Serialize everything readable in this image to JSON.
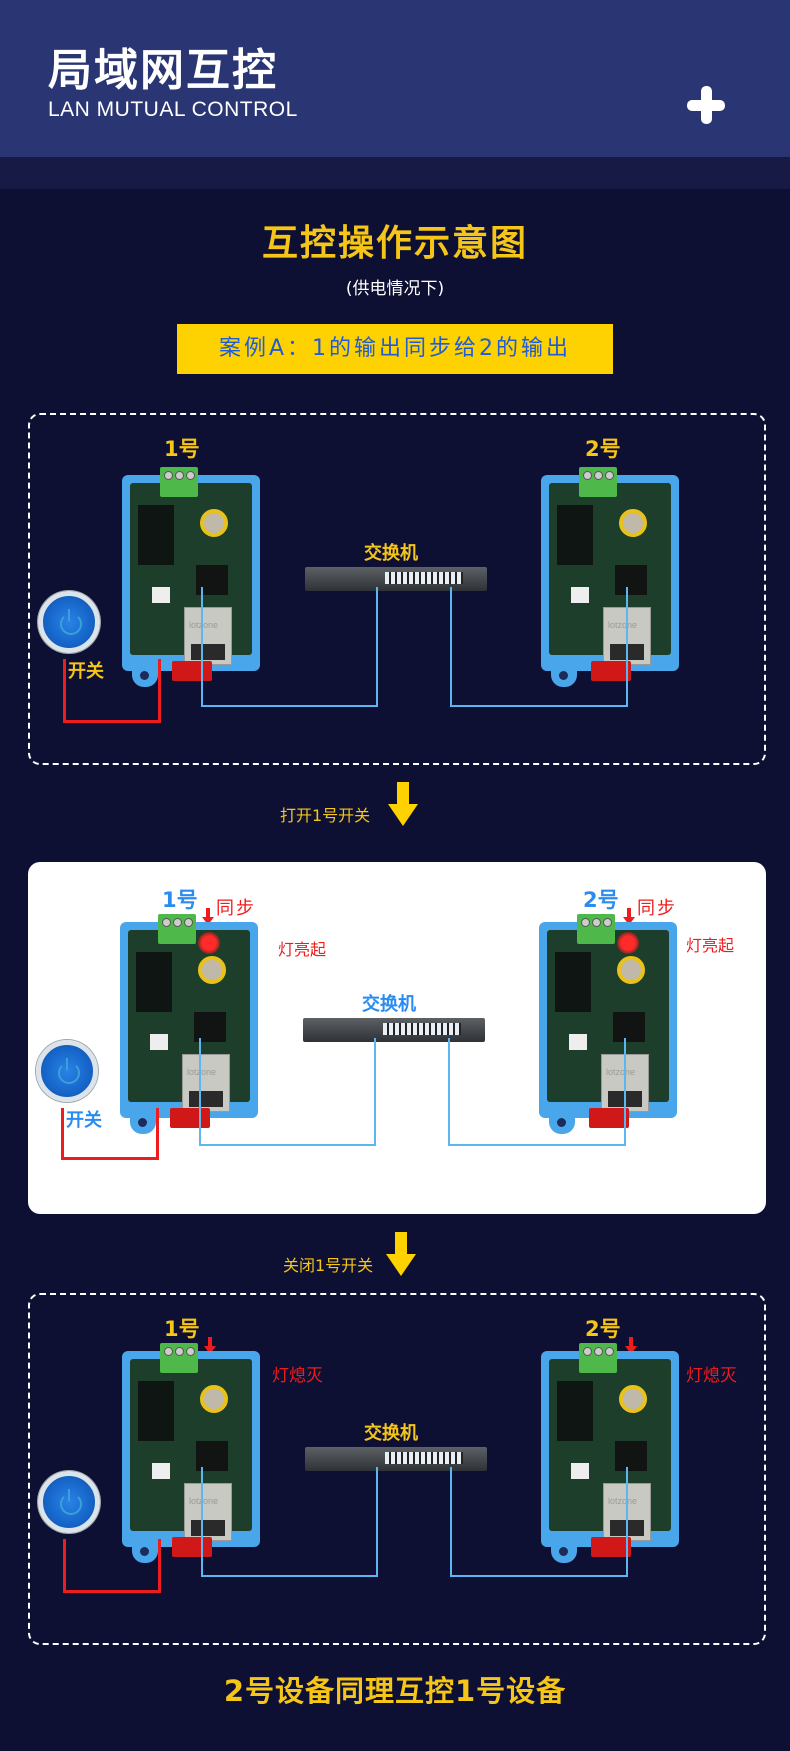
{
  "header": {
    "title": "局域网互控",
    "subtitle": "LAN MUTUAL CONTROL",
    "icon": "plus-icon"
  },
  "intro": {
    "title": "互控操作示意图",
    "subtitle": "(供电情况下)",
    "case_banner": "案例A：1的输出同步给2的输出"
  },
  "colors": {
    "header_bg": "#2a3574",
    "page_bg": "#0e1033",
    "accent_yellow": "#f5c518",
    "banner_yellow": "#fdd200",
    "banner_text_blue": "#1f5cd6",
    "highlight_blue": "#2a8cf0",
    "alert_red": "#ee1c1c",
    "ethernet_blue": "#5bb6f2"
  },
  "panels": [
    {
      "device1_label": "1号",
      "device2_label": "2号",
      "switch_label": "交换机",
      "button_label": "开关",
      "rj45_brand": "lotzone"
    },
    {
      "device1_label": "1号",
      "device2_label": "2号",
      "switch_label": "交换机",
      "button_label": "开关",
      "sync1": "同步",
      "sync2": "同步",
      "note1": "灯亮起",
      "note2": "灯亮起",
      "rj45_brand": "lotzone"
    },
    {
      "device1_label": "1号",
      "device2_label": "2号",
      "switch_label": "交换机",
      "note1": "灯熄灭",
      "note2": "灯熄灭",
      "rj45_brand": "lotzone"
    }
  ],
  "steps": [
    {
      "label": "打开1号开关",
      "icon": "arrow-down-icon"
    },
    {
      "label": "关闭1号开关",
      "icon": "arrow-down-icon"
    }
  ],
  "footer": {
    "text": "2号设备同理互控1号设备"
  }
}
